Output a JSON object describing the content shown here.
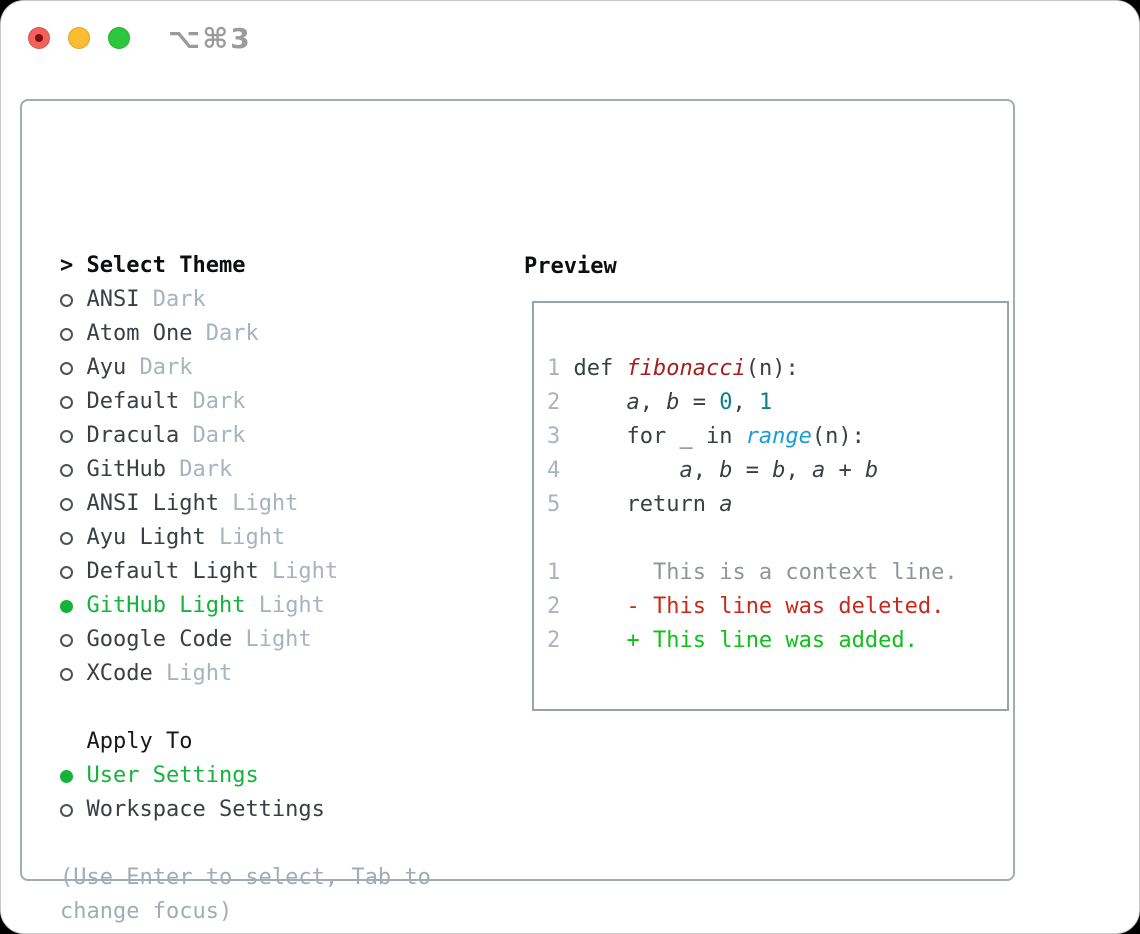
{
  "window": {
    "shortcut": "⌥⌘3",
    "traffic_lights": [
      "close",
      "minimize",
      "zoom"
    ]
  },
  "colors": {
    "selected_green": "#14b43c",
    "variant_gray": "#a9b2bd",
    "hint_gray": "#a3abb7",
    "text_dark": "#3a3e45",
    "border_gray": "#a3abb5",
    "preview_border": "#9aa3ad",
    "func_red": "#a51f1f",
    "number_teal": "#0c7f87",
    "builtin_blue": "#1b9cd8",
    "diff_context_gray": "#8f959b",
    "diff_deleted_red": "#c8291c",
    "diff_added_green": "#0fc01b",
    "traffic_red": "#f4605a",
    "traffic_yellow": "#fcbc2f",
    "traffic_green": "#2cc73e"
  },
  "theme_panel": {
    "title_prefix": "> ",
    "title": "Select Theme",
    "items": [
      {
        "name": "ANSI",
        "variant": "Dark",
        "selected": false
      },
      {
        "name": "Atom One",
        "variant": "Dark",
        "selected": false
      },
      {
        "name": "Ayu",
        "variant": "Dark",
        "selected": false
      },
      {
        "name": "Default",
        "variant": "Dark",
        "selected": false
      },
      {
        "name": "Dracula",
        "variant": "Dark",
        "selected": false
      },
      {
        "name": "GitHub",
        "variant": "Dark",
        "selected": false
      },
      {
        "name": "ANSI Light",
        "variant": "Light",
        "selected": false
      },
      {
        "name": "Ayu Light",
        "variant": "Light",
        "selected": false
      },
      {
        "name": "Default Light",
        "variant": "Light",
        "selected": false
      },
      {
        "name": "GitHub Light",
        "variant": "Light",
        "selected": true
      },
      {
        "name": "Google Code",
        "variant": "Light",
        "selected": false
      },
      {
        "name": "XCode",
        "variant": "Light",
        "selected": false
      }
    ],
    "apply_to": {
      "title": "Apply To",
      "options": [
        {
          "name": "User Settings",
          "selected": true
        },
        {
          "name": "Workspace Settings",
          "selected": false
        }
      ]
    },
    "hint": "(Use Enter to select, Tab to change focus)"
  },
  "preview": {
    "title": "Preview",
    "code_lines": [
      {
        "segments": [
          {
            "t": "1",
            "s": "lineno"
          },
          {
            "t": " def ",
            "s": "plain"
          },
          {
            "t": "fibonacci",
            "s": "func"
          },
          {
            "t": "(n):",
            "s": "plain"
          }
        ]
      },
      {
        "segments": [
          {
            "t": "2",
            "s": "lineno"
          },
          {
            "t": "     ",
            "s": "plain"
          },
          {
            "t": "a",
            "s": "var"
          },
          {
            "t": ", ",
            "s": "plain"
          },
          {
            "t": "b",
            "s": "var"
          },
          {
            "t": " = ",
            "s": "plain"
          },
          {
            "t": "0",
            "s": "num"
          },
          {
            "t": ", ",
            "s": "plain"
          },
          {
            "t": "1",
            "s": "num"
          }
        ]
      },
      {
        "segments": [
          {
            "t": "3",
            "s": "lineno"
          },
          {
            "t": "     for _ in ",
            "s": "plain"
          },
          {
            "t": "range",
            "s": "builtin"
          },
          {
            "t": "(n):",
            "s": "plain"
          }
        ]
      },
      {
        "segments": [
          {
            "t": "4",
            "s": "lineno"
          },
          {
            "t": "         ",
            "s": "plain"
          },
          {
            "t": "a",
            "s": "var"
          },
          {
            "t": ", ",
            "s": "plain"
          },
          {
            "t": "b",
            "s": "var"
          },
          {
            "t": " = ",
            "s": "plain"
          },
          {
            "t": "b",
            "s": "var"
          },
          {
            "t": ", ",
            "s": "plain"
          },
          {
            "t": "a",
            "s": "var"
          },
          {
            "t": " + ",
            "s": "plain"
          },
          {
            "t": "b",
            "s": "var"
          }
        ]
      },
      {
        "segments": [
          {
            "t": "5",
            "s": "lineno"
          },
          {
            "t": "     return ",
            "s": "plain"
          },
          {
            "t": "a",
            "s": "var"
          }
        ]
      },
      {
        "segments": []
      },
      {
        "segments": [
          {
            "t": "1",
            "s": "lineno"
          },
          {
            "t": "       ",
            "s": "plain"
          },
          {
            "t": "This is a context line.",
            "s": "ctx"
          }
        ]
      },
      {
        "segments": [
          {
            "t": "2",
            "s": "lineno"
          },
          {
            "t": "     ",
            "s": "plain"
          },
          {
            "t": "- This line was deleted.",
            "s": "del"
          }
        ]
      },
      {
        "segments": [
          {
            "t": "2",
            "s": "lineno"
          },
          {
            "t": "     ",
            "s": "plain"
          },
          {
            "t": "+ This line was added.",
            "s": "add"
          }
        ]
      }
    ]
  }
}
